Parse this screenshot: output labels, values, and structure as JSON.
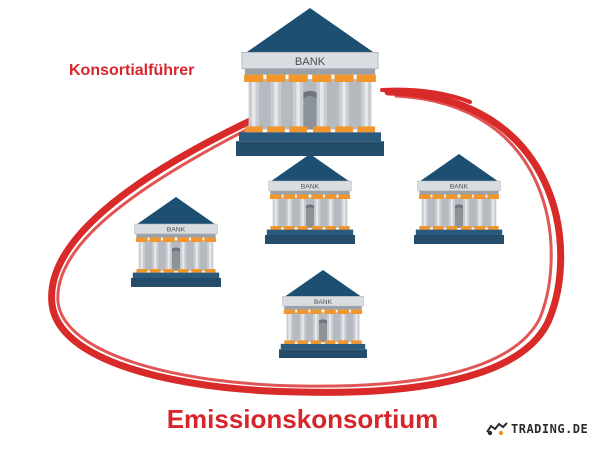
{
  "labels": {
    "leader": "Konsortialführer",
    "consortium": "Emissionskonsortium"
  },
  "bank_sign": "BANK",
  "logo": {
    "text": "TRADING.DE",
    "icon": "bull-bear-icon"
  },
  "colors": {
    "roof": "#1d4f73",
    "base": "#2b5a7c",
    "column": "#c9cdd2",
    "capital": "#f2962b",
    "wall": "#b4bac0",
    "arch": "#6e757c",
    "ellipse": "#d92a2a",
    "label": "#d7262b"
  }
}
